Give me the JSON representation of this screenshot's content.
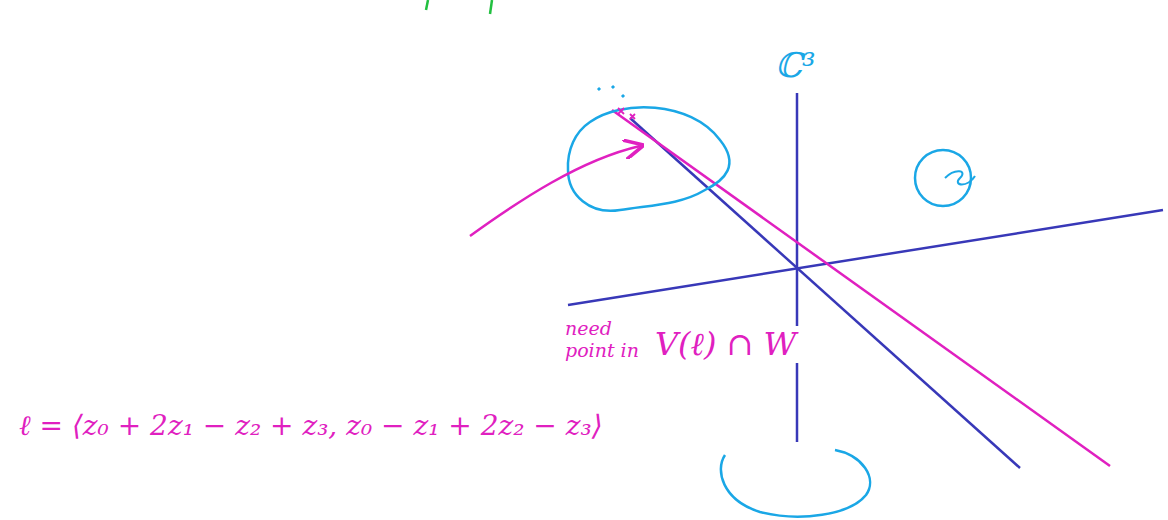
{
  "diagram": {
    "labels": [
      "ℂ³",
      "need point in",
      "V(ℓ) ∩ W",
      "ℓ = ⟨z₀ + 2z₁ − z₂ + z₃, z₀ − z₁ + 2z₂ − z₃⟩"
    ]
  }
}
